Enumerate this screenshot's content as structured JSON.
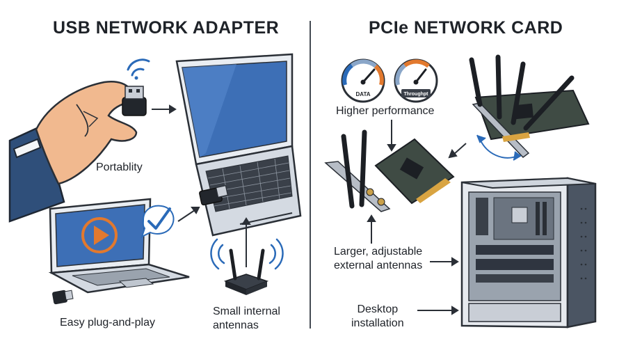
{
  "left_title": "USB NETWORK ADAPTER",
  "right_title": "PCIe NETWORK CARD",
  "left_labels": {
    "portability": "Portablity",
    "easy": "Easy plug-and-play",
    "antennas_line1": "Small internal",
    "antennas_line2": "antennas"
  },
  "right_labels": {
    "performance": "Higher performance",
    "external_line1": "Larger, adjustable",
    "external_line2": "external antennas",
    "desktop_line1": "Desktop",
    "desktop_line2": "installation"
  },
  "gauges": {
    "data": "DATA",
    "throughput": "Throughpt"
  },
  "icons": [
    "hand-icon",
    "usb-dongle-icon",
    "wifi-icon",
    "laptop-icon",
    "play-icon",
    "checkmark-icon",
    "router-icon",
    "speed-gauge-icon",
    "pcie-card-icon",
    "desktop-tower-icon",
    "arrow-icon"
  ],
  "colors": {
    "outline": "#2a2f36",
    "screen_blue": "#3d6fb6",
    "accent_orange": "#e2792e",
    "card_green": "#3f4b44",
    "skin": "#f1b98f",
    "sleeve": "#2f4f7a",
    "case_gray": "#4b5563"
  }
}
